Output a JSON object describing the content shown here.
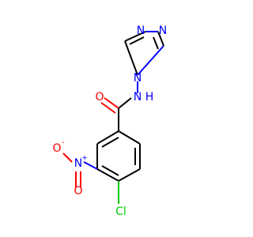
{
  "molecule": {
    "atom_labels": {
      "triazole_n1": "N",
      "triazole_n2": "N",
      "triazole_n4": "N",
      "amide_n": "N",
      "amide_h": "H",
      "carbonyl_o": "O",
      "nitro_n": "N",
      "nitro_n_charge": "+",
      "nitro_o_single": "O",
      "nitro_o_single_charge": "-",
      "nitro_o_double": "O",
      "chlorine": "Cl"
    },
    "colors": {
      "carbon": "#000000",
      "nitrogen": "#0000ff",
      "oxygen": "#ff0000",
      "chlorine": "#00cc00"
    }
  }
}
